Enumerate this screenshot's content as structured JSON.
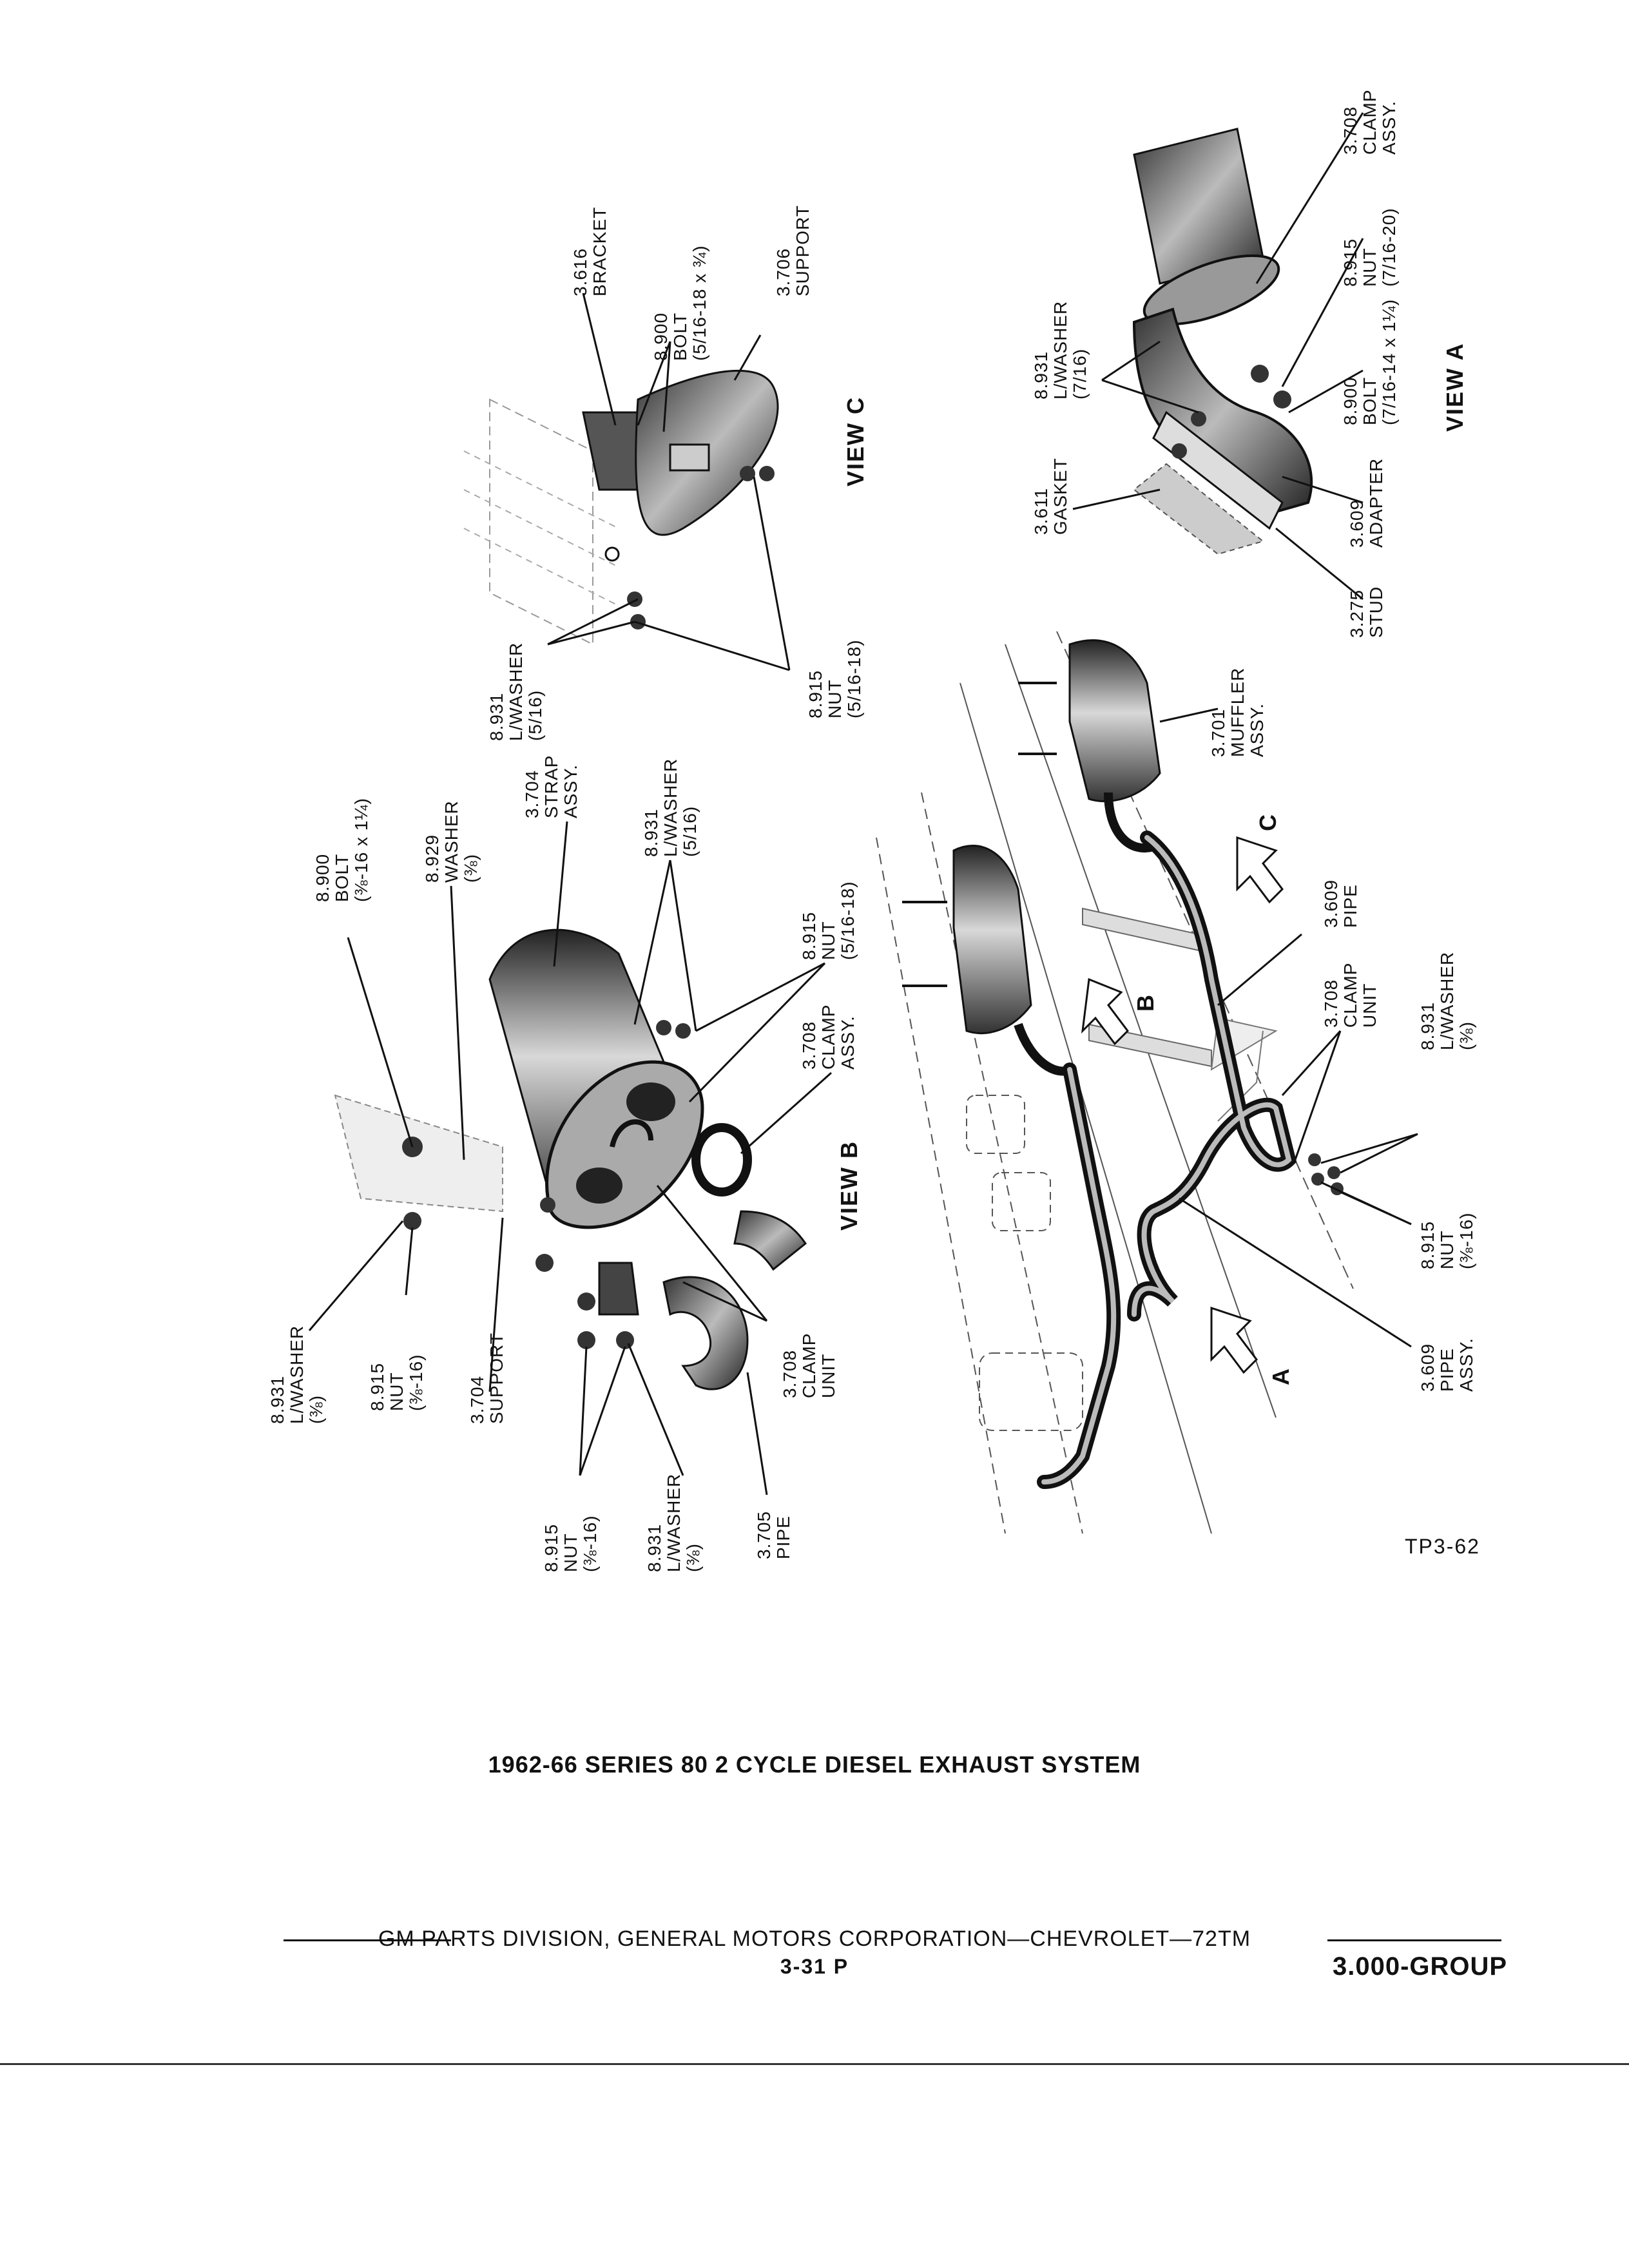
{
  "view_b": {
    "title": "VIEW B",
    "labels": [
      [
        "8.900",
        "BOLT",
        "(⅜-16 x 1¼)"
      ],
      [
        "8.929",
        "WASHER",
        "(⅜)"
      ],
      [
        "3.704",
        "STRAP",
        "ASSY."
      ],
      [
        "8.931",
        "L/WASHER",
        "(5/16)"
      ],
      [
        "8.915",
        "NUT",
        "(5/16-18)"
      ],
      [
        "3.708",
        "CLAMP",
        "ASSY."
      ],
      [
        "3.708",
        "CLAMP",
        "UNIT"
      ],
      [
        "3.705",
        "PIPE",
        ""
      ],
      [
        "8.931",
        "L/WASHER",
        "(⅜)"
      ],
      [
        "8.915",
        "NUT",
        "(⅜-16)"
      ],
      [
        "3.704",
        "SUPPORT",
        ""
      ],
      [
        "8.915",
        "NUT",
        "(⅜-16)"
      ],
      [
        "8.931",
        "L/WASHER",
        "(⅜)"
      ]
    ]
  },
  "view_c": {
    "title": "VIEW C",
    "labels": [
      [
        "3.616",
        "BRACKET",
        ""
      ],
      [
        "8.900",
        "BOLT",
        "(5/16-18 x ¾)"
      ],
      [
        "3.706",
        "SUPPORT",
        ""
      ],
      [
        "8.931",
        "L/WASHER",
        "(5/16)"
      ],
      [
        "8.915",
        "NUT",
        "(5/16-18)"
      ]
    ]
  },
  "view_a": {
    "title": "VIEW A",
    "labels": [
      [
        "3.708",
        "CLAMP",
        "ASSY."
      ],
      [
        "8.915",
        "NUT",
        "(7/16-20)"
      ],
      [
        "8.900",
        "BOLT",
        "(7/16-14 x 1¼)"
      ],
      [
        "8.931",
        "L/WASHER",
        "(7/16)"
      ],
      [
        "3.611",
        "GASKET",
        ""
      ],
      [
        "3.609",
        "ADAPTER",
        ""
      ],
      [
        "3.275",
        "STUD",
        ""
      ]
    ]
  },
  "main": {
    "labels": [
      [
        "3.701",
        "MUFFLER",
        "ASSY."
      ],
      [
        "3.609",
        "PIPE",
        ""
      ],
      [
        "3.708",
        "CLAMP",
        "UNIT"
      ],
      [
        "8.931",
        "L/WASHER",
        "(⅜)"
      ],
      [
        "8.915",
        "NUT",
        "(⅜-16)"
      ],
      [
        "3.609",
        "PIPE",
        "ASSY."
      ]
    ],
    "markers": [
      "A",
      "B",
      "C"
    ]
  },
  "figure_ref": "TP3-62",
  "caption": "1962-66 SERIES 80 2 CYCLE DIESEL EXHAUST SYSTEM",
  "footer": {
    "line": "GM PARTS DIVISION, GENERAL MOTORS CORPORATION—CHEVROLET—72TM",
    "page": "3-31 P",
    "group": "3.000-GROUP"
  }
}
